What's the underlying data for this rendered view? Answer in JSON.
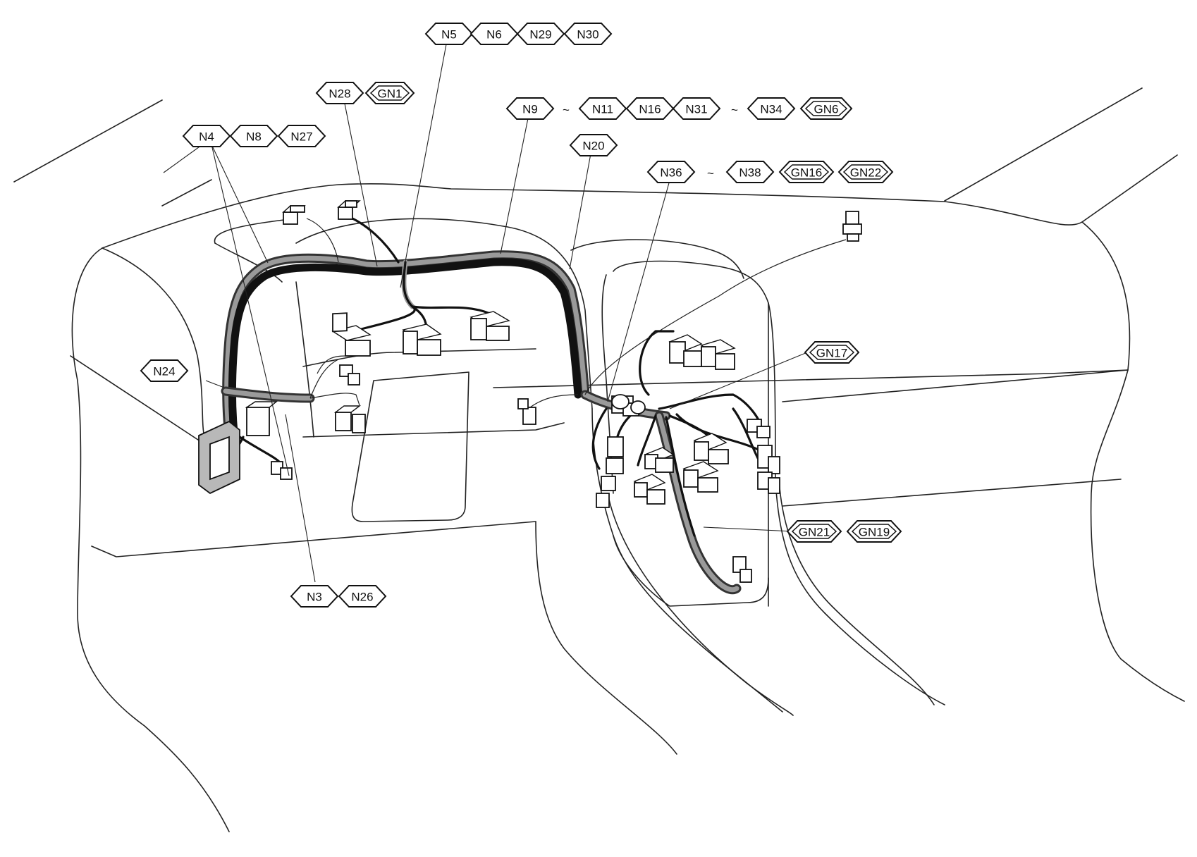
{
  "labels": {
    "n5": "N5",
    "n6": "N6",
    "n29": "N29",
    "n30": "N30",
    "n28": "N28",
    "gn1": "GN1",
    "n9": "N9",
    "n11": "N11",
    "n16": "N16",
    "n31": "N31",
    "n34": "N34",
    "gn6": "GN6",
    "n4": "N4",
    "n8": "N8",
    "n27": "N27",
    "n20": "N20",
    "n36": "N36",
    "n38": "N38",
    "gn16": "GN16",
    "gn22": "GN22",
    "gn17": "GN17",
    "n24": "N24",
    "gn21": "GN21",
    "gn19": "GN19",
    "n3": "N3",
    "n26": "N26"
  },
  "separators": {
    "n9_to_n11": "~",
    "n31_to_n34": "~",
    "n36_to_n38": "~"
  },
  "colors": {
    "line": "#222222",
    "harness_fill": "#9a9a9a",
    "background": "#ffffff"
  }
}
